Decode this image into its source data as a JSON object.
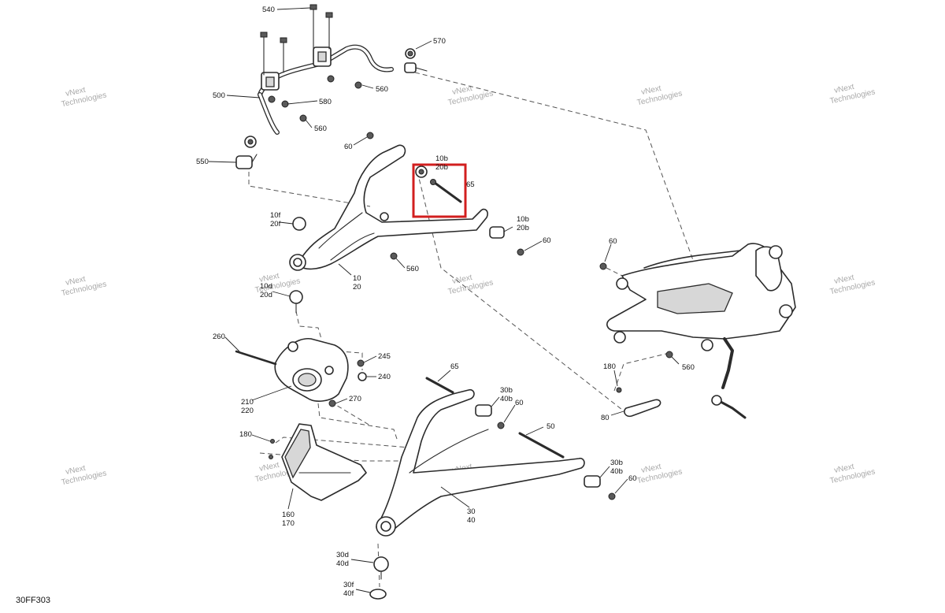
{
  "diagram": {
    "reference_code": "30FF303",
    "highlight_color": "#d21f1f",
    "watermark": [
      "vNext",
      "Technologies"
    ],
    "watermark_alt": [
      "vNext Technologies",
      "Technologies"
    ],
    "callouts": {
      "c540": "540",
      "c570": "570",
      "c560a": "560",
      "c500": "500",
      "c580": "580",
      "c560b": "560",
      "c550": "550",
      "c60a": "60",
      "c10b": "10b",
      "c20b": "20b",
      "c65a": "65",
      "c10f": "10f",
      "c20f": "20f",
      "c10b2": "10b",
      "c20b2": "20b",
      "c60b": "60",
      "c560c": "560",
      "c10": "10",
      "c20": "20",
      "c10d": "10d",
      "c20d": "20d",
      "c260": "260",
      "c245": "245",
      "c240": "240",
      "c210": "210",
      "c220": "220",
      "c270": "270",
      "c65b": "65",
      "c30b": "30b",
      "c40b": "40b",
      "c60c": "60",
      "c180a": "180",
      "c50": "50",
      "c160": "160",
      "c170": "170",
      "c30": "30",
      "c40": "40",
      "c30b2": "30b",
      "c40b2": "40b",
      "c60d": "60",
      "c30d": "30d",
      "c40d": "40d",
      "c30f": "30f",
      "c40f": "40f",
      "c60e": "60",
      "c180b": "180",
      "c80": "80",
      "c560d": "560"
    }
  }
}
